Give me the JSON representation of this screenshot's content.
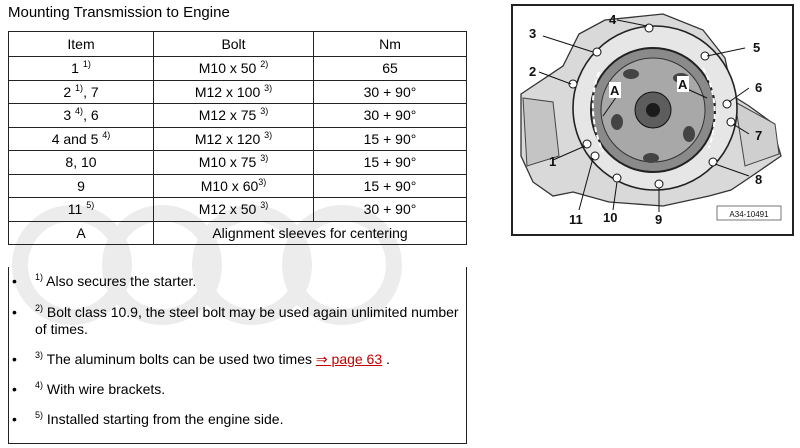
{
  "title": "Mounting Transmission to Engine",
  "table": {
    "headers": [
      "Item",
      "Bolt",
      "Nm"
    ],
    "rows": [
      {
        "item": "1",
        "item_sup": "1)",
        "item_tail": "",
        "bolt": "M10 x 50",
        "bolt_sup": "2)",
        "nm": "65"
      },
      {
        "item": "2",
        "item_sup": "1)",
        "item_tail": ", 7",
        "bolt": "M12 x 100",
        "bolt_sup": "3)",
        "nm": "30 + 90°"
      },
      {
        "item": "3",
        "item_sup": "4)",
        "item_tail": ", 6",
        "bolt": "M12 x 75",
        "bolt_sup": "3)",
        "nm": "30 + 90°"
      },
      {
        "item": "4 and 5",
        "item_sup": "4)",
        "item_tail": "",
        "bolt": "M12 x 120",
        "bolt_sup": "3)",
        "nm": "15 + 90°"
      },
      {
        "item": "8, 10",
        "item_sup": "",
        "item_tail": "",
        "bolt": "M10 x 75",
        "bolt_sup": "3)",
        "nm": "15 + 90°"
      },
      {
        "item": "9",
        "item_sup": "",
        "item_tail": "",
        "bolt": "M10 x 60",
        "bolt_sup": "3)",
        "nm": "15 + 90°"
      },
      {
        "item": "11",
        "item_sup": "5)",
        "item_tail": "",
        "bolt": "M12 x 50",
        "bolt_sup": "3)",
        "nm": "30 + 90°"
      }
    ],
    "row_a": {
      "item": "A",
      "desc": "Alignment sleeves for centering"
    }
  },
  "notes": [
    {
      "bullet": "•",
      "sup": "1)",
      "text": "Also secures the starter.",
      "link": "",
      "after": ""
    },
    {
      "bullet": "•",
      "sup": "2)",
      "text": "Bolt class 10.9, the steel bolt may be used again unlimited number of times.",
      "link": "",
      "after": ""
    },
    {
      "bullet": "•",
      "sup": "3)",
      "text": "The aluminum bolts can be used two times",
      "link": "⇒ page 63",
      "after": "."
    },
    {
      "bullet": "•",
      "sup": "4)",
      "text": "With wire brackets.",
      "link": "",
      "after": ""
    },
    {
      "bullet": "•",
      "sup": "5)",
      "text": "Installed starting from the engine side.",
      "link": "",
      "after": ""
    }
  ],
  "figure": {
    "code": "A34-10491",
    "callouts": [
      "1",
      "2",
      "3",
      "4",
      "5",
      "6",
      "7",
      "8",
      "9",
      "10",
      "11",
      "A",
      "A"
    ]
  }
}
